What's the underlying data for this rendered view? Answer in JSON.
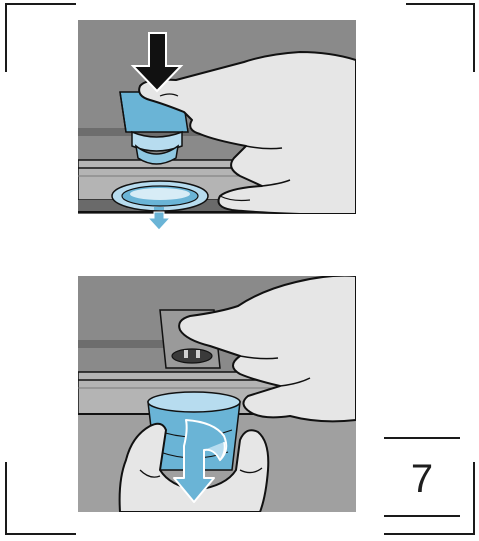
{
  "step": {
    "number": "7"
  },
  "colors": {
    "frame": "#1a1a1a",
    "housing": "#8a8a8a",
    "housing_dark": "#5f5f5f",
    "rail": "#b4b4b4",
    "hand": "#e6e6e6",
    "outline": "#111111",
    "accent_blue": "#6ab4d6",
    "accent_blue_light": "#b7dcef",
    "arrow": "#111111"
  },
  "panels": [
    {
      "id": "press-lamp",
      "icons": [
        "black-down-arrow-icon",
        "blue-down-arrow-icon"
      ]
    },
    {
      "id": "remove-cover",
      "icons": [
        "rotate-arrow-icon"
      ]
    }
  ]
}
